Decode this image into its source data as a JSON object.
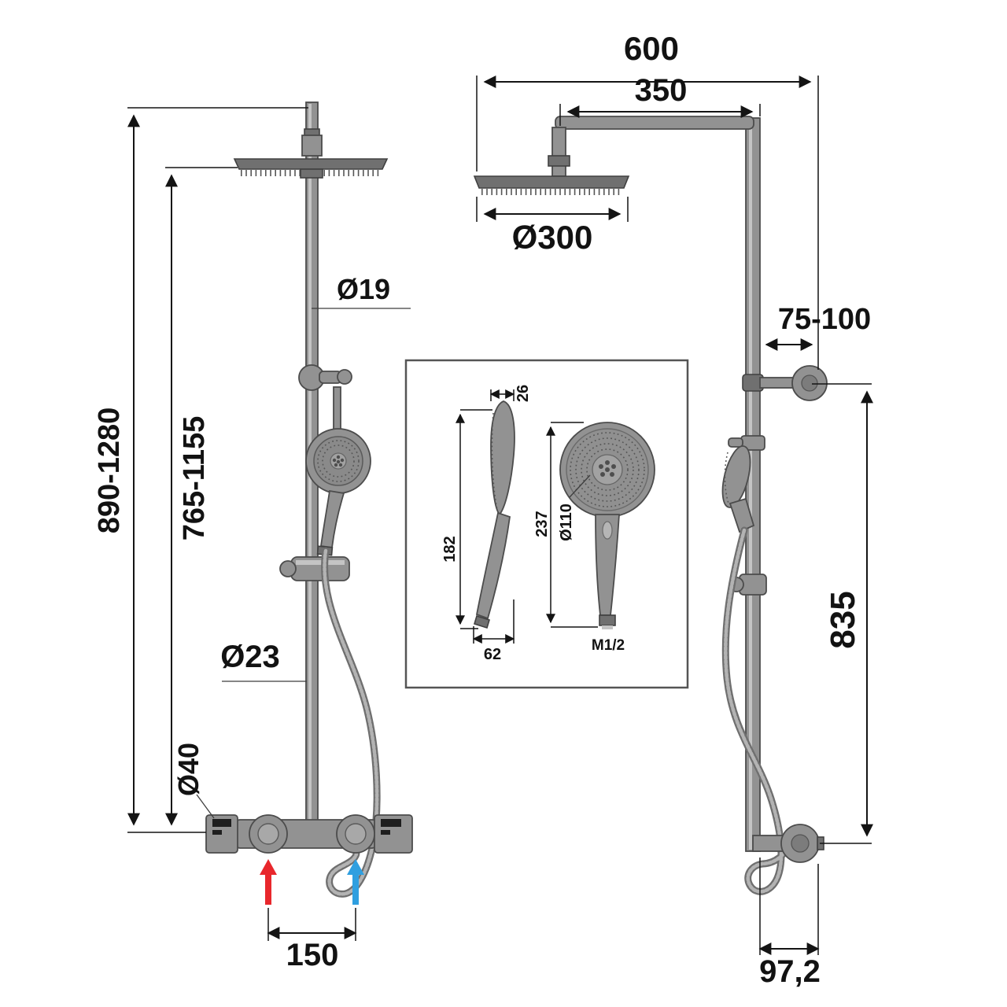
{
  "colors": {
    "hot": "#e8272c",
    "cold": "#2f9fe0",
    "line": "#141414",
    "part_fill": "#929292",
    "part_stroke": "#4c4c4c"
  },
  "icons": {
    "hot_water_inlet": "up-arrow-red",
    "cold_water_inlet": "up-arrow-blue"
  },
  "front_view": {
    "overall_height": "890-1280",
    "column_height": "765-1155",
    "top_pipe_diameter": "Ø19",
    "column_diameter": "Ø23",
    "valve_diameter": "Ø40",
    "inlet_spacing": "150"
  },
  "detail_inset": {
    "head_thickness": "26",
    "side_profile_length": "182",
    "bottom_width": "62",
    "total_length": "237",
    "face_diameter": "Ø110",
    "thread_size": "M1/2"
  },
  "side_view": {
    "reach_from_wall": "600",
    "arm_length": "350",
    "head_diameter": "Ø300",
    "wall_bracket_distance": "75-100",
    "rail_height": "835",
    "bottom_wall_distance": "97,2"
  }
}
